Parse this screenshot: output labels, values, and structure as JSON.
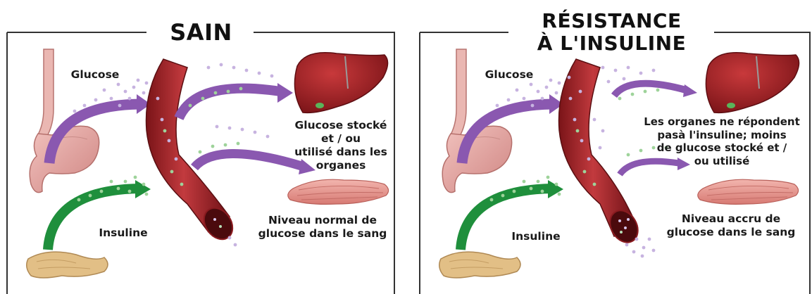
{
  "panels": {
    "healthy": {
      "title": "SAIN",
      "glucose_label": "Glucose",
      "insulin_label": "Insuline",
      "organ_label_lines": [
        "Glucose stocké",
        "et / ou",
        "utilisé dans les",
        "organes"
      ],
      "blood_label_lines": [
        "Niveau normal de",
        "glucose dans le sang"
      ]
    },
    "resistant": {
      "title_lines": [
        "RÉSISTANCE",
        "À L'INSULINE"
      ],
      "glucose_label": "Glucose",
      "insulin_label": "Insuline",
      "organ_label_lines": [
        "Les organes ne répondent",
        "pasà l'insuline; moins",
        "de glucose stocké et /",
        "ou utilisé"
      ],
      "blood_label_lines": [
        "Niveau accru de",
        "glucose dans le sang"
      ]
    }
  },
  "colors": {
    "glucose_arrow": "#8a58b0",
    "insulin_arrow": "#1f8f3c",
    "blood_vessel": "#a3242b",
    "liver": "#9c2326",
    "stomach": "#e4a7a4",
    "pancreas": "#e2bf86",
    "muscle": "#e69a93",
    "frame": "#333333"
  },
  "icons": [
    "esophagus-stomach-icon",
    "pancreas-icon",
    "blood-vessel-icon",
    "liver-icon",
    "muscle-icon",
    "glucose-arrow-icon",
    "insulin-arrow-icon"
  ]
}
